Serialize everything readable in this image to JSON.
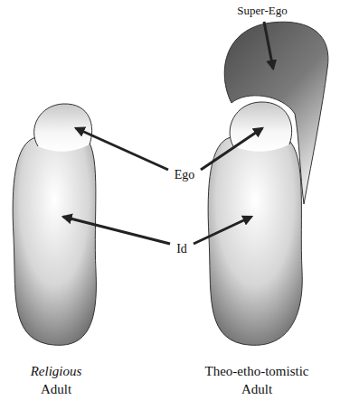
{
  "diagram": {
    "labels": [
      "Super-Ego",
      "Ego",
      "Id",
      "Religious",
      "Adult",
      "Theo-etho-tomistic",
      "Adult"
    ]
  }
}
